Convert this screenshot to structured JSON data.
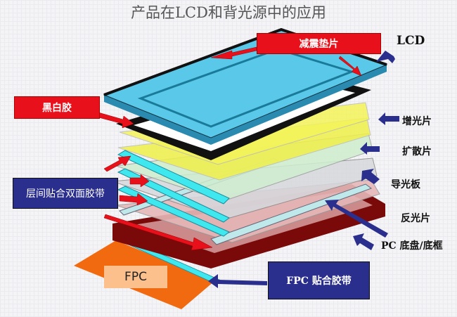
{
  "title": "产品在LCD和背光源中的应用",
  "callouts": {
    "shock_pad": "减震垫片",
    "black_white_tape": "黑白胶",
    "interlayer_tape": "层间贴合双面胶带",
    "fpc": "FPC",
    "fpc_tape": "FPC 贴合胶带"
  },
  "layers": {
    "lcd": "LCD",
    "brightness": "增光片",
    "diffuser": "扩散片",
    "light_guide": "导光板",
    "reflector": "反光片",
    "frame": "PC 底盘/底框"
  },
  "colors": {
    "red": "#e8101a",
    "blue": "#2a2e8c",
    "lcd": "#5ac8e8",
    "yellow": "#f0f04a",
    "base": "#7a0a0a",
    "fpc": "#f26a10"
  }
}
